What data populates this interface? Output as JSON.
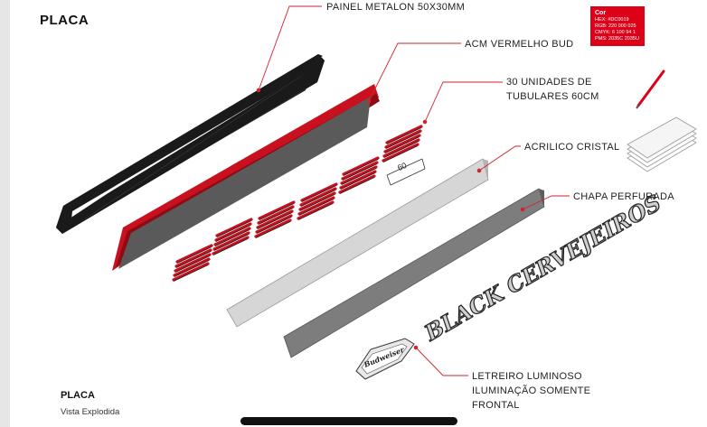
{
  "page": {
    "title": "PLACA",
    "footer_title": "PLACA",
    "footer_subtitle": "Vista Explodida"
  },
  "callouts": {
    "painel": "PAINEL METALON 50X30MM",
    "acm": "ACM VERMELHO BUD",
    "tubulares_line1": "30 UNIDADES DE",
    "tubulares_line2": "TUBULARES 60CM",
    "acrilico": "ACRILICO CRISTAL",
    "chapa": "CHAPA PERFURADA",
    "letreiro_line1": "LETREIRO LUMINOSO",
    "letreiro_line2": "ILUMINAÇÃO SOMENTE",
    "letreiro_line3": "FRONTAL"
  },
  "dimension_label": "60",
  "sign_text": "BLACK CERVEJEIROS",
  "logo_text": "Budweiser",
  "color_swatch": {
    "title": "Cor",
    "hex": "HEX: #DC0019",
    "rgb": "RGB: 220 000 025",
    "cmyk": "CMYK: 6 100 94 1",
    "pms": "PMS: 2035C 2035U",
    "color": "#dc0019"
  },
  "colors": {
    "frame": "#1a1a1a",
    "acm_red": "#c8101e",
    "acm_face": "#5a5a5a",
    "acrylic": "#d6d6d6",
    "perforated": "#7d7d7d",
    "leader": "#d2232a"
  },
  "icons": [
    "pen-icon",
    "acrylic-sheets-icon",
    "bud-logo-icon"
  ]
}
